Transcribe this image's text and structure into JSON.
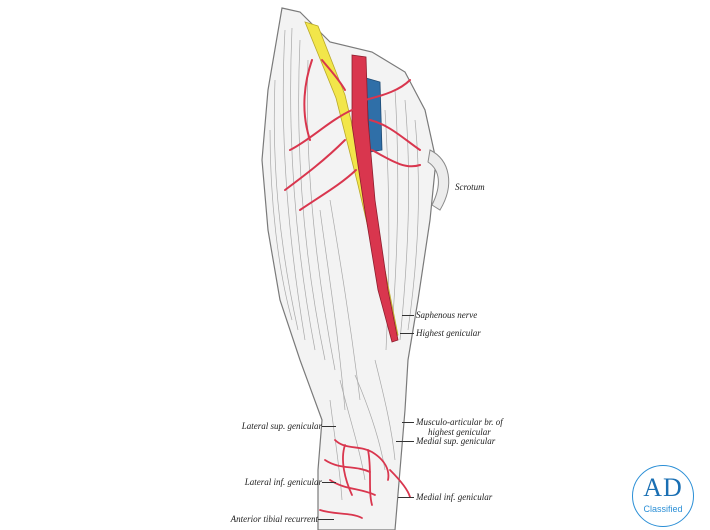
{
  "labels": {
    "scrotum": "Scrotum",
    "saphenous_nerve": "Saphenous nerve",
    "highest_genicular": "Highest genicular",
    "musculo_articular_line1": "Musculo-articular br. of",
    "musculo_articular_line2": "highest genicular",
    "medial_sup_genicular": "Medial sup. genicular",
    "lateral_sup_genicular": "Lateral sup. genicular",
    "lateral_inf_genicular": "Lateral inf. genicular",
    "medial_inf_genicular": "Medial inf. genicular",
    "anterior_tibial_recurrent": "Anterior tibial recurrent"
  },
  "logo": {
    "letters": "AD",
    "subtitle": "Classified"
  },
  "colors": {
    "artery": "#d9364e",
    "vein": "#2f6fa8",
    "nerve": "#f2e64a",
    "muscle_line": "#9a9a9a",
    "logo_accent": "#2b8fd6"
  }
}
